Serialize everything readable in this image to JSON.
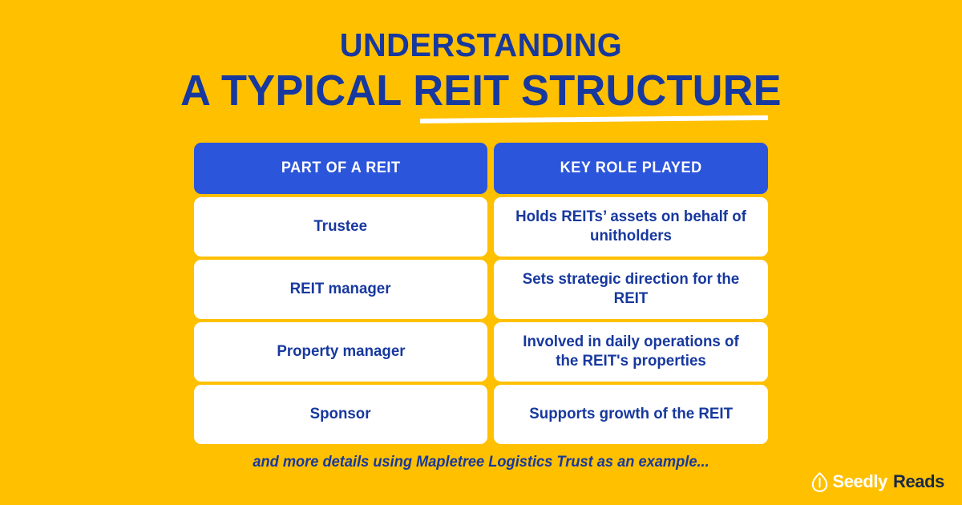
{
  "page": {
    "background_color": "#FFC000",
    "accent_blue": "#2B55DB",
    "text_blue": "#17389E",
    "white": "#FFFFFF"
  },
  "title": {
    "line1": "UNDERSTANDING",
    "line2": "A TYPICAL REIT STRUCTURE"
  },
  "table": {
    "headers": [
      "PART OF A REIT",
      "KEY ROLE PLAYED"
    ],
    "rows": [
      {
        "part": "Trustee",
        "role": "Holds REITs’ assets on behalf of unitholders"
      },
      {
        "part": "REIT manager",
        "role": "Sets strategic direction for the REIT"
      },
      {
        "part": "Property manager",
        "role": "Involved in daily operations of the REIT's properties"
      },
      {
        "part": "Sponsor",
        "role": "Supports growth of the REIT"
      }
    ]
  },
  "caption": "and more details using Mapletree Logistics Trust as an example...",
  "logo": {
    "icon": "seedly-leaf-icon",
    "word1": "Seedly",
    "word2": "Reads"
  }
}
